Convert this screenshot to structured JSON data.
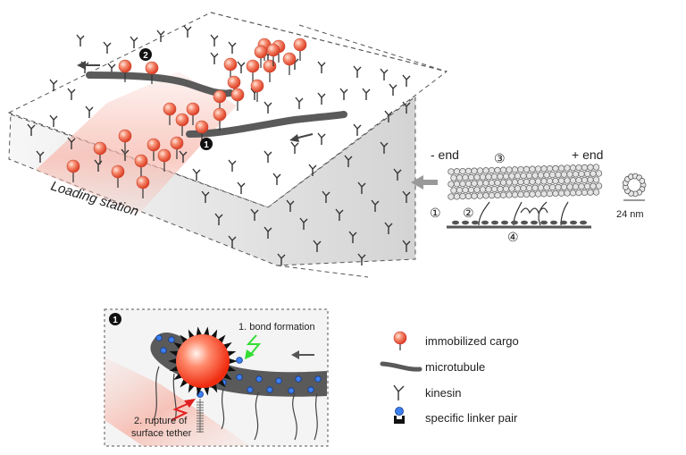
{
  "main_panel": {
    "callout_1": "1",
    "callout_2": "2",
    "loading_station": "Loading station"
  },
  "side_diagram": {
    "minus_end": "- end",
    "plus_end": "+ end",
    "n1": "①",
    "n2": "②",
    "n3": "③",
    "n4": "④",
    "diameter": "24 nm"
  },
  "inset": {
    "number": "1",
    "bond_formation": "1. bond formation",
    "rupture_line1": "2. rupture of",
    "rupture_line2": "surface tether"
  },
  "legend": {
    "items": [
      {
        "label": "immobilized cargo",
        "icon": "cargo-icon"
      },
      {
        "label": "microtubule",
        "icon": "microtubule-icon"
      },
      {
        "label": "kinesin",
        "icon": "kinesin-icon"
      },
      {
        "label": "specific linker pair",
        "icon": "linker-pair-icon"
      }
    ]
  },
  "colors": {
    "cargo": "#f06a4d",
    "microtubule": "#5a5a5a",
    "linker": "#3c7ff0",
    "loading_zone": "#f7b9ae",
    "bond_arrow": "#33dd33",
    "rupture_arrow": "#e02020"
  }
}
